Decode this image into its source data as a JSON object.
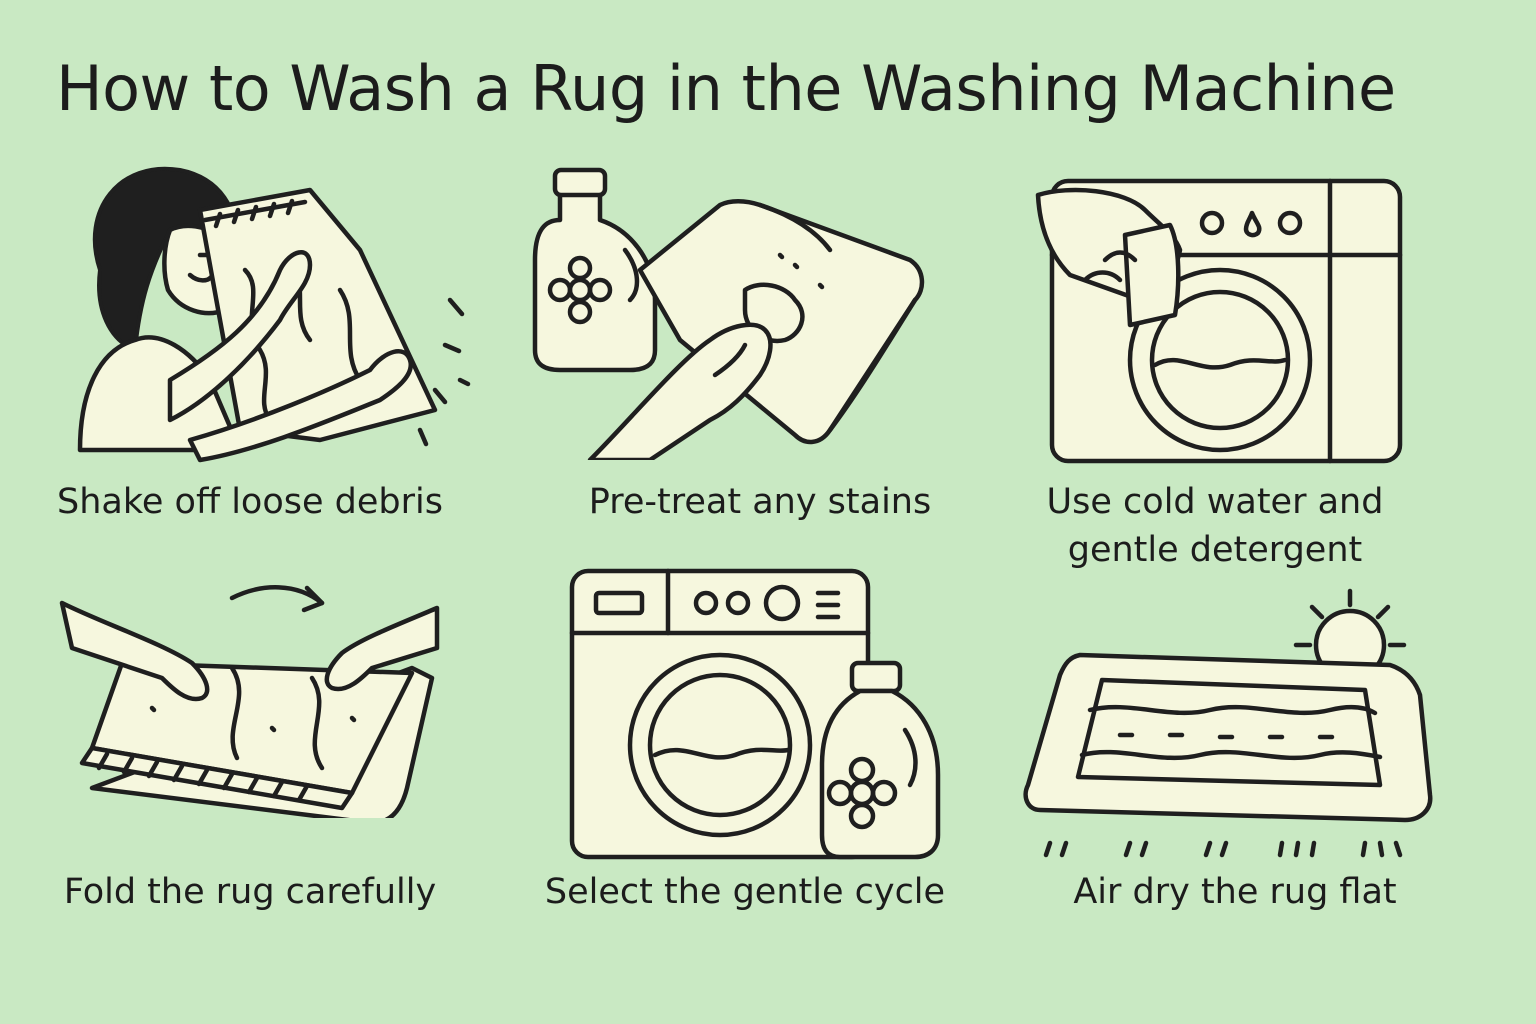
{
  "title": "How to Wash a Rug in the Washing Machine",
  "steps": [
    {
      "caption": "Shake off loose debris",
      "icon": "shaking-rug-icon"
    },
    {
      "caption": "Pre-treat any stains",
      "icon": "pretreat-stain-icon"
    },
    {
      "caption": "Use cold water and gentle detergent",
      "icon": "washer-door-icon"
    },
    {
      "caption": "Fold the rug carefully",
      "icon": "folding-rug-icon"
    },
    {
      "caption": "Select the gentle cycle",
      "icon": "washer-detergent-icon"
    },
    {
      "caption": "Air dry the rug flat",
      "icon": "rug-sun-dry-icon"
    }
  ],
  "colors": {
    "background": "#c9e9c3",
    "fill": "#f6f7de",
    "ink": "#1f1f1f"
  }
}
